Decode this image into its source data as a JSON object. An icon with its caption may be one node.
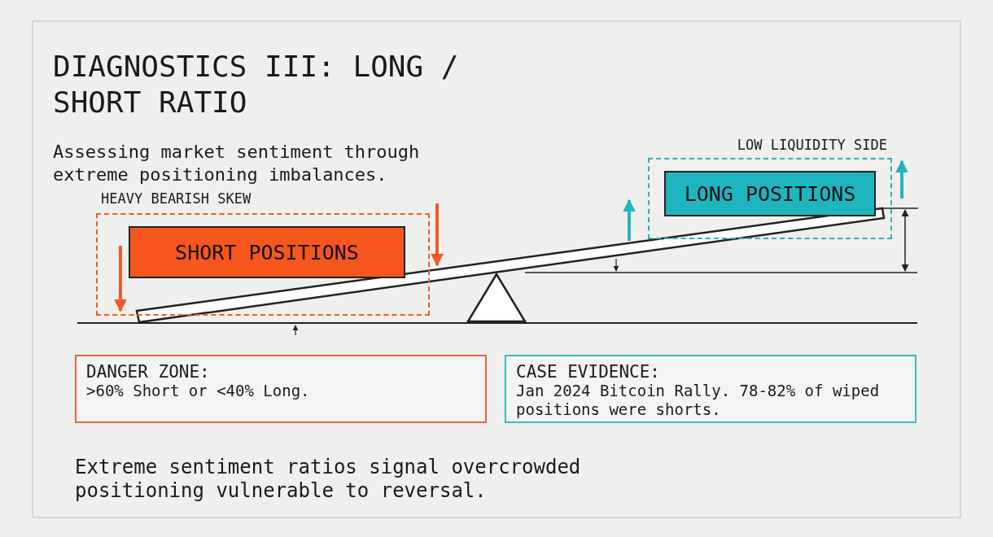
{
  "diagram": {
    "title": "DIAGNOSTICS III: LONG / SHORT RATIO",
    "caption": "Extreme sentiment ratios signal overcrowded positioning vulnerable to reversal.",
    "nodes": [
      {
        "text": [
          "HEAVY BEARISH SKEW"
        ]
      },
      {
        "text": [
          "SHORT POSITIONS"
        ],
        "in": 0
      },
      {
        "text": [
          "LOW LIQUIDITY SIDE"
        ]
      },
      {
        "text": [
          "LONG POSITIONS"
        ],
        "in": 2
      },
      {
        "text": [
          "DANGER ZONE:",
          ">60% Short or <40% Long."
        ]
      },
      {
        "text": [
          "CASE EVIDENCE:",
          "Jan 2024 Bitcoin Rally. 78-82% of wiped positions were shorts."
        ]
      }
    ],
    "edges": [],
    "labels": [
      "Assessing market sentiment through extreme positioning imbalances."
    ]
  }
}
